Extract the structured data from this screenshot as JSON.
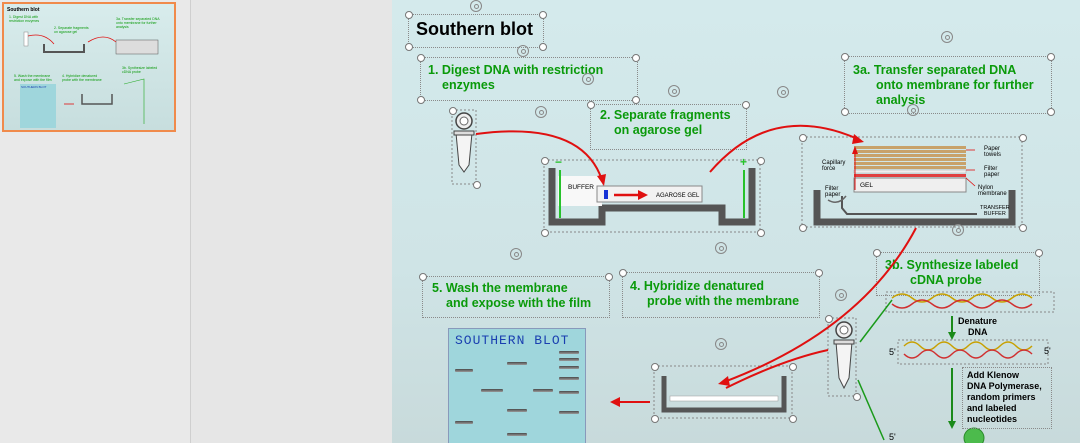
{
  "thumbnail": {
    "title": "Southern blot",
    "step1": "1. Digest DNA with restriction enzymes",
    "step2": "2. Separate fragments on agarose gel",
    "step3a": "3a. Transfer separated DNA onto membrane for further analysis",
    "step3b": "3b. Synthesize labeled cDNA probe",
    "step4": "4. Hybridize denatured probe with the membrane",
    "step5": "5. Wash the membrane and expose with the film",
    "blot": "SOUTHERN BLOT"
  },
  "slide": {
    "title": "Southern blot",
    "step1": [
      "1. Digest DNA with restriction",
      "enzymes"
    ],
    "step2": [
      "2. Separate fragments",
      "on agarose gel"
    ],
    "step3a": [
      "3a. Transfer separated DNA",
      "onto membrane for further",
      "analysis"
    ],
    "step3b": [
      "3b. Synthesize labeled",
      "cDNA probe"
    ],
    "step4": [
      "4. Hybridize denatured",
      "probe with the membrane"
    ],
    "step5": [
      "5. Wash the membrane",
      "and expose with the film"
    ],
    "gel": {
      "buffer": "BUFFER",
      "agarose": "AGAROSE  GEL",
      "minus": "−",
      "plus": "+"
    },
    "transfer": {
      "paper_towels": [
        "Paper",
        "towels"
      ],
      "filter_paper_right": [
        "Filter",
        "paper"
      ],
      "nylon_membrane": [
        "Nylon",
        "membrane"
      ],
      "capillary_force": [
        "Capillary",
        "force"
      ],
      "filter_paper_left": [
        "Filter",
        "paper"
      ],
      "gel": "GEL",
      "transfer_buffer": [
        "TRANSFER",
        "BUFFER"
      ]
    },
    "probe": {
      "denature": [
        "Denature",
        "DNA"
      ],
      "five_prime_left": "5'",
      "five_prime_right": "5'",
      "five_prime_bottom": "5'",
      "klenow": [
        "Add Klenow",
        "DNA Polymerase,",
        "random primers",
        "and labeled",
        "nucleotides"
      ]
    },
    "blot_title": "SOUTHERN  BLOT"
  },
  "colors": {
    "step_text": "#0a9a0a",
    "arrow": "#e01010",
    "thumb_border": "#f08a4b",
    "blot_bg": "#9fd6dc",
    "blot_title": "#1a3fb0"
  }
}
